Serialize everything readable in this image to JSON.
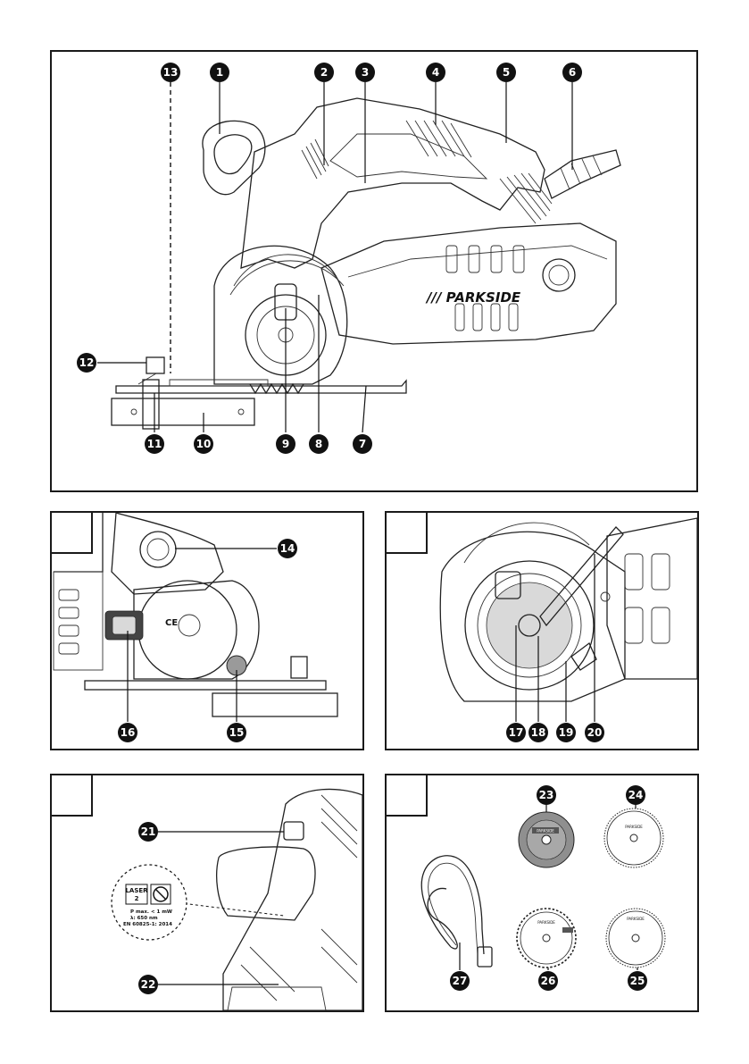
{
  "brand": "/// PARKSIDE",
  "panels": [
    {
      "id": "overview"
    },
    {
      "id": "side-view"
    },
    {
      "id": "blade-change"
    },
    {
      "id": "laser"
    },
    {
      "id": "accessories"
    }
  ],
  "callouts": {
    "c1": "1",
    "c2": "2",
    "c3": "3",
    "c4": "4",
    "c5": "5",
    "c6": "6",
    "c7": "7",
    "c8": "8",
    "c9": "9",
    "c10": "10",
    "c11": "11",
    "c12": "12",
    "c13": "13",
    "c14": "14",
    "c15": "15",
    "c16": "16",
    "c17": "17",
    "c18": "18",
    "c19": "19",
    "c20": "20",
    "c21": "21",
    "c22": "22",
    "c23": "23",
    "c24": "24",
    "c25": "25",
    "c26": "26",
    "c27": "27"
  },
  "laser_label": {
    "class_line1": "LASER",
    "class_line2": "2",
    "power": "P max. < 1 mW",
    "wavelength": "λ: 650 nm",
    "standard": "EN 60825-1: 2014"
  },
  "blade_brand": "PARKSIDE",
  "colors": {
    "ink": "#111111",
    "line": "#222222",
    "fill_grey": "#9a9a9a"
  }
}
